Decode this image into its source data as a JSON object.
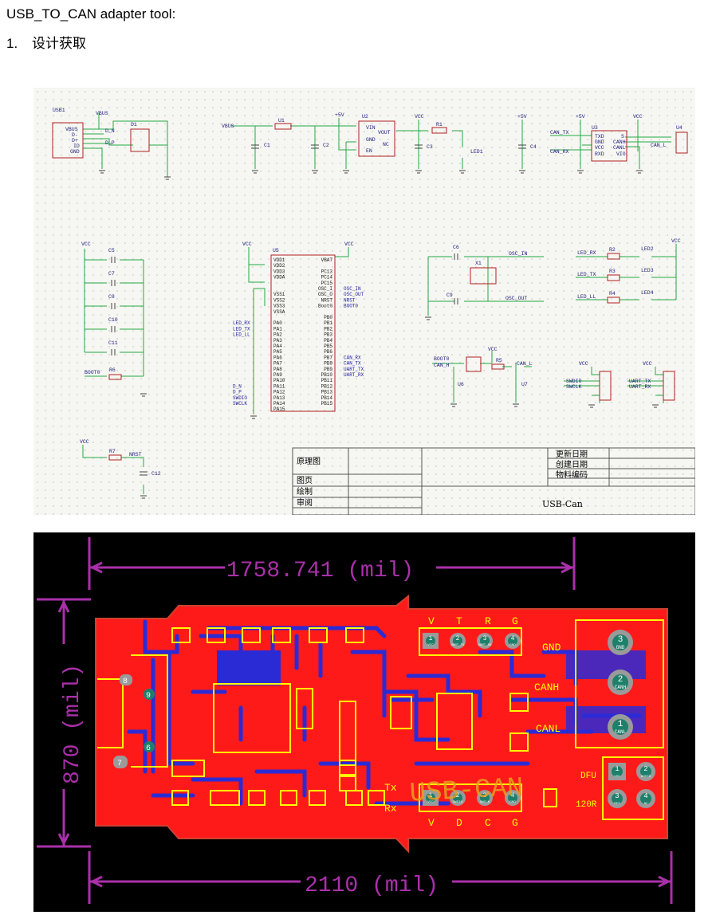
{
  "doc": {
    "title": "USB_TO_CAN adapter tool:",
    "item_number": "1.",
    "item_text": "设计获取"
  },
  "schematic": {
    "labels": {
      "usb1": "USB1",
      "vbus": "VBUS",
      "d1": "D1",
      "dn": "D_N",
      "dp": "D_P",
      "usb_vbus": "VBUS",
      "usb_dm": "D-",
      "usb_dp": "D+",
      "usb_id": "ID",
      "usb_gnd": "GND",
      "vbus2": "VBUS",
      "u1": "U1",
      "c1": "C1",
      "c2": "C2",
      "v5": "+5V",
      "u2": "U2",
      "vin": "VIN",
      "vout": "VOUT",
      "gnd": "GND",
      "nc": "NC",
      "en": "EN",
      "vcc1": "VCC",
      "r1": "R1",
      "c3": "C3",
      "led1": "LED1",
      "v5b": "+5V",
      "c4": "C4",
      "can_tx": "CAN_TX",
      "can_rx": "CAN_RX",
      "v5c": "+5V",
      "vcc2": "VCC",
      "u3": "U3",
      "txd": "TXD",
      "s": "S",
      "gnd2": "GND",
      "canh": "CANH",
      "vcc3": "VCC",
      "canl": "CANL",
      "rxd": "RXD",
      "vio": "VIO",
      "can_l": "CAN_L",
      "u4": "U4",
      "vcc4": "VCC",
      "c5": "C5",
      "c7": "C7",
      "c8": "C8",
      "c10": "C10",
      "c11": "C11",
      "boot0": "BOOT0",
      "r6": "R6",
      "vcc5": "VCC",
      "u5": "U5",
      "vcc6": "VCC",
      "vbat": "VBAT",
      "c6": "C6",
      "x1": "X1",
      "osc_in": "OSC_IN",
      "c9": "C9",
      "osc_out": "OSC_OUT",
      "led_rx": "LED_RX",
      "r2": "R2",
      "led2": "LED2",
      "led_tx": "LED_TX",
      "r3": "R3",
      "led3": "LED3",
      "led_ll": "LED_LL",
      "r4": "R4",
      "led4": "LED4",
      "vcc7": "VCC",
      "boot0b": "BOOT0",
      "can_h": "CAN_H",
      "r5": "R5",
      "vcc8": "VCC",
      "can_lb": "CAN_L",
      "u6": "U6",
      "u7": "U7",
      "vcc9": "VCC",
      "swdio": "SWDIO",
      "swclk": "SWCLK",
      "vcc10": "VCC",
      "uart_tx": "UART_TX",
      "uart_rx": "UART_RX",
      "vcc11": "VCC",
      "r7": "R7",
      "nrst": "NRST",
      "c12": "C12"
    },
    "mcu_left": [
      "VDD1",
      "VDD2",
      "VDD3",
      "VDDA",
      "",
      "",
      "VSS1",
      "VSS2",
      "VSS3",
      "VSSA",
      "",
      "PA0",
      "PA1",
      "PA2",
      "PA3",
      "PA4",
      "PA5",
      "PA6",
      "PA7",
      "PA8",
      "PA9",
      "PA10",
      "PA11",
      "PA12",
      "PA13",
      "PA14",
      "PA15"
    ],
    "mcu_right": [
      "VBAT",
      "",
      "PC13",
      "PC14",
      "PC15",
      "OSC_I",
      "OSC_O",
      "NRST",
      "Boot0",
      "",
      "PB0",
      "PB1",
      "PB2",
      "PB3",
      "PB4",
      "PB5",
      "PB6",
      "PB7",
      "PB8",
      "PB9",
      "PB10",
      "PB11",
      "PB12",
      "PB13",
      "PB14",
      "PB15"
    ],
    "mcu_left_nets": [
      "",
      "",
      "",
      "",
      "",
      "",
      "",
      "",
      "",
      "",
      "",
      "LED_RX",
      "LED_TX",
      "LED_LL",
      "",
      "",
      "",
      "",
      "",
      "",
      "",
      "",
      "D_N",
      "D_P",
      "SWDIO",
      "SWCLK",
      ""
    ],
    "mcu_right_nets": [
      "",
      "",
      "",
      "",
      "",
      "OSC_IN",
      "OSC_OUT",
      "NRST",
      "BOOT0",
      "",
      "",
      "",
      "",
      "",
      "",
      "",
      "",
      "CAN_RX",
      "CAN_TX",
      "UART_TX",
      "UART_RX",
      "",
      "",
      "",
      "",
      ""
    ],
    "title_block": {
      "cell1": "原理图",
      "cell2": "图页",
      "cell3": "绘制",
      "cell4": "审阅",
      "upd": "更新日期",
      "created": "创建日期",
      "material": "物料编码",
      "name": "USB-Can"
    }
  },
  "pcb": {
    "dim_top": "1758.741 (mil)",
    "dim_left": "870 (mil)",
    "dim_bottom": "2110 (mil)",
    "top_header": [
      "V",
      "T",
      "R",
      "G"
    ],
    "bottom_header": [
      "V",
      "D",
      "C",
      "G"
    ],
    "gnd": "GND",
    "canh": "CANH",
    "canl": "CANL",
    "tx": "Tx",
    "rx": "Rx",
    "usb_can": "USB-CAN",
    "dfu": "DFU",
    "r120": "120R",
    "usb_pins": [
      "8",
      "9",
      "6",
      "7"
    ],
    "top_pins": [
      "1",
      "2",
      "3",
      "4"
    ],
    "bot_pins": [
      "1",
      "2",
      "3",
      "4"
    ],
    "top_pin_names": [
      "VCC",
      "UART_TX",
      "UART_RX",
      "GND"
    ],
    "bot_pin_names": [
      "VCC",
      "SWDIO",
      "SWCLK",
      "GND"
    ],
    "can_pins": [
      "3",
      "2",
      "1"
    ],
    "can_pin_names": [
      "GND",
      "CANH",
      "CANL"
    ],
    "dfu_pins": [
      "1",
      "2",
      "3",
      "4"
    ],
    "dfu_pin_names": [
      "VDD",
      "BOOT0",
      "RES",
      "NC"
    ],
    "colors": {
      "board": "#ff1a1a",
      "trace": "#2b2bd6",
      "silk": "#ffff00",
      "dim": "#aa30aa",
      "pad": "#9a9a9a",
      "via": "#1e7f6a"
    }
  }
}
